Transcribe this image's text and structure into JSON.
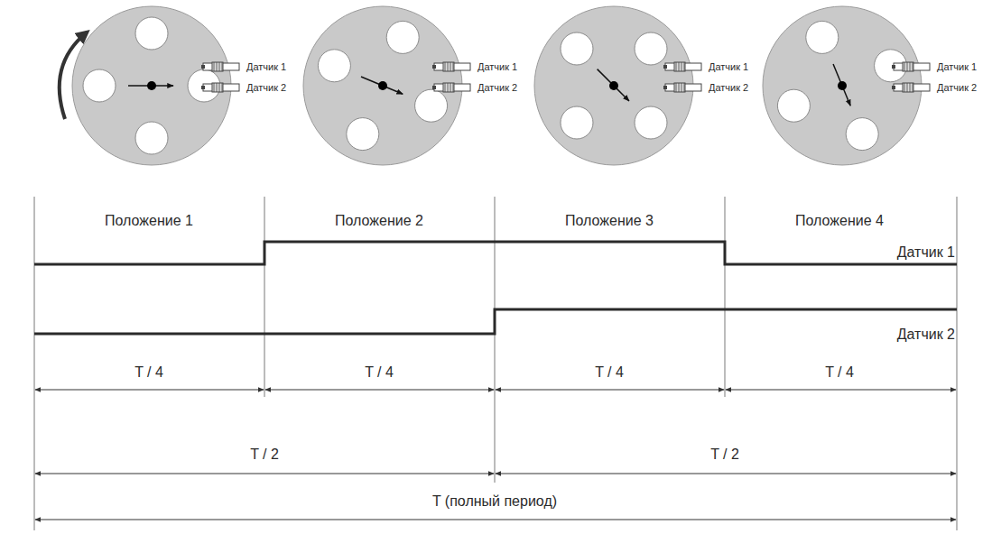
{
  "diagram": {
    "labels": [
      "Датчик 1",
      "Датчик 2",
      "Датчик 1",
      "Датчик 2",
      "Датчик 1",
      "Датчик 2",
      "Датчик 1",
      "Датчик 2",
      "Положение 1",
      "Положение 2",
      "Положение 3",
      "Положение 4",
      "Датчик 1",
      "Датчик 2",
      "T / 4",
      "T / 4",
      "T / 4",
      "T / 4",
      "T / 2",
      "T / 2",
      "T (полный период)"
    ]
  }
}
